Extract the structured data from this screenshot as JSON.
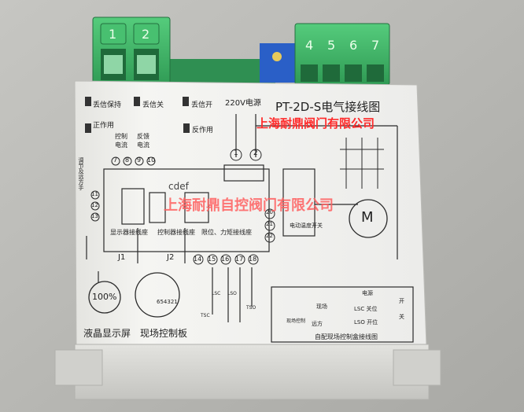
{
  "photo": {
    "colors": {
      "wall": "#b9b9b5",
      "terminal_green": "#3fb867",
      "terminal_dark": "#2a8a4a",
      "label_paper": "#f2f2ee",
      "ink": "#222222",
      "watermark": "#ff2a2a",
      "base": "#d7d7d3",
      "trimmer_blue": "#2a5fc7"
    },
    "terminals_left": [
      "1",
      "2"
    ],
    "terminals_right": [
      "4",
      "5",
      "6",
      "7"
    ],
    "label": {
      "title": "PT-2D-S电气接线图",
      "power_label": "220V电源",
      "switch_labels": [
        "丢信保持",
        "丢信关",
        "丢信开",
        "正作用",
        "反作用"
      ],
      "signal_headers": [
        "控制\n电流",
        "反馈\n电流"
      ],
      "motor_symbol": "M",
      "display_value": "100%",
      "cdef_text": "cdef",
      "field_numbers": [
        "14",
        "15",
        "16",
        "17",
        "18"
      ],
      "terminal_numbers_top": [
        "7",
        "8",
        "9",
        "10"
      ],
      "left_terminals": [
        "11",
        "12",
        "13"
      ],
      "mid_terminals": [
        "20",
        "21",
        "22"
      ],
      "power_terminals": [
        "1",
        "2"
      ],
      "connector_labels": [
        "显示器接线座",
        "控制器接线座",
        "限位、力矩接线座",
        "J1",
        "J2"
      ],
      "bottom_labels": [
        "液晶显示屏",
        "现场控制板"
      ],
      "knob_text": "654321",
      "field_box": {
        "title": "自配现场控制盒接线图",
        "items": [
          "电源",
          "开",
          "关",
          "LSC 关位",
          "LSO 开位",
          "现场",
          "远方",
          "现场控制"
        ]
      },
      "motor_note": "电动温度开关",
      "side_note": "调节及远方手",
      "small_codes": [
        "LSC",
        "LSO",
        "TSC",
        "TSO"
      ]
    },
    "watermarks": [
      "上海耐鼎阀门有限公司",
      "上海耐鼎自控阀门有限公司"
    ]
  }
}
